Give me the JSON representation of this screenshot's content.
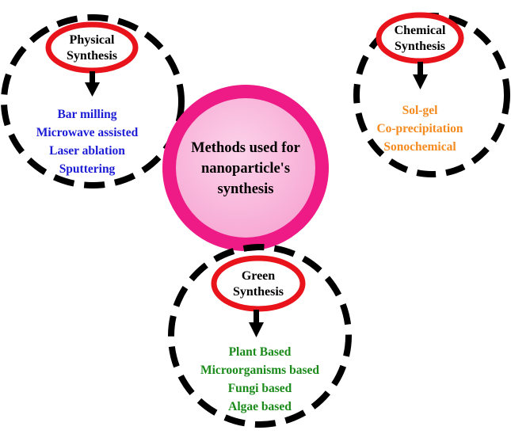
{
  "center": {
    "label": [
      "Methods used for",
      "nanoparticle's",
      "synthesis"
    ],
    "colors": {
      "ring": "#ee1a85",
      "fill": "#f9b8db",
      "text": "#000000"
    }
  },
  "branches": [
    {
      "id": "physical",
      "title": [
        "Physical",
        "Synthesis"
      ],
      "methods": [
        "Bar milling",
        "Microwave assisted",
        "Laser ablation",
        "Sputtering"
      ],
      "method_color": "#1c1cd6"
    },
    {
      "id": "chemical",
      "title": [
        "Chemical",
        "Synthesis"
      ],
      "methods": [
        "Sol-gel",
        "Co-precipitation",
        "Sonochemical"
      ],
      "method_color": "#f58a1f"
    },
    {
      "id": "green",
      "title": [
        "Green",
        "Synthesis"
      ],
      "methods": [
        "Plant Based",
        "Microorganisms based",
        "Fungi based",
        "Algae based"
      ],
      "method_color": "#1a8a1a"
    }
  ],
  "style": {
    "title_ring_color": "#e8131b",
    "dashed_border_color": "#000000",
    "arrow_color": "#000000"
  }
}
